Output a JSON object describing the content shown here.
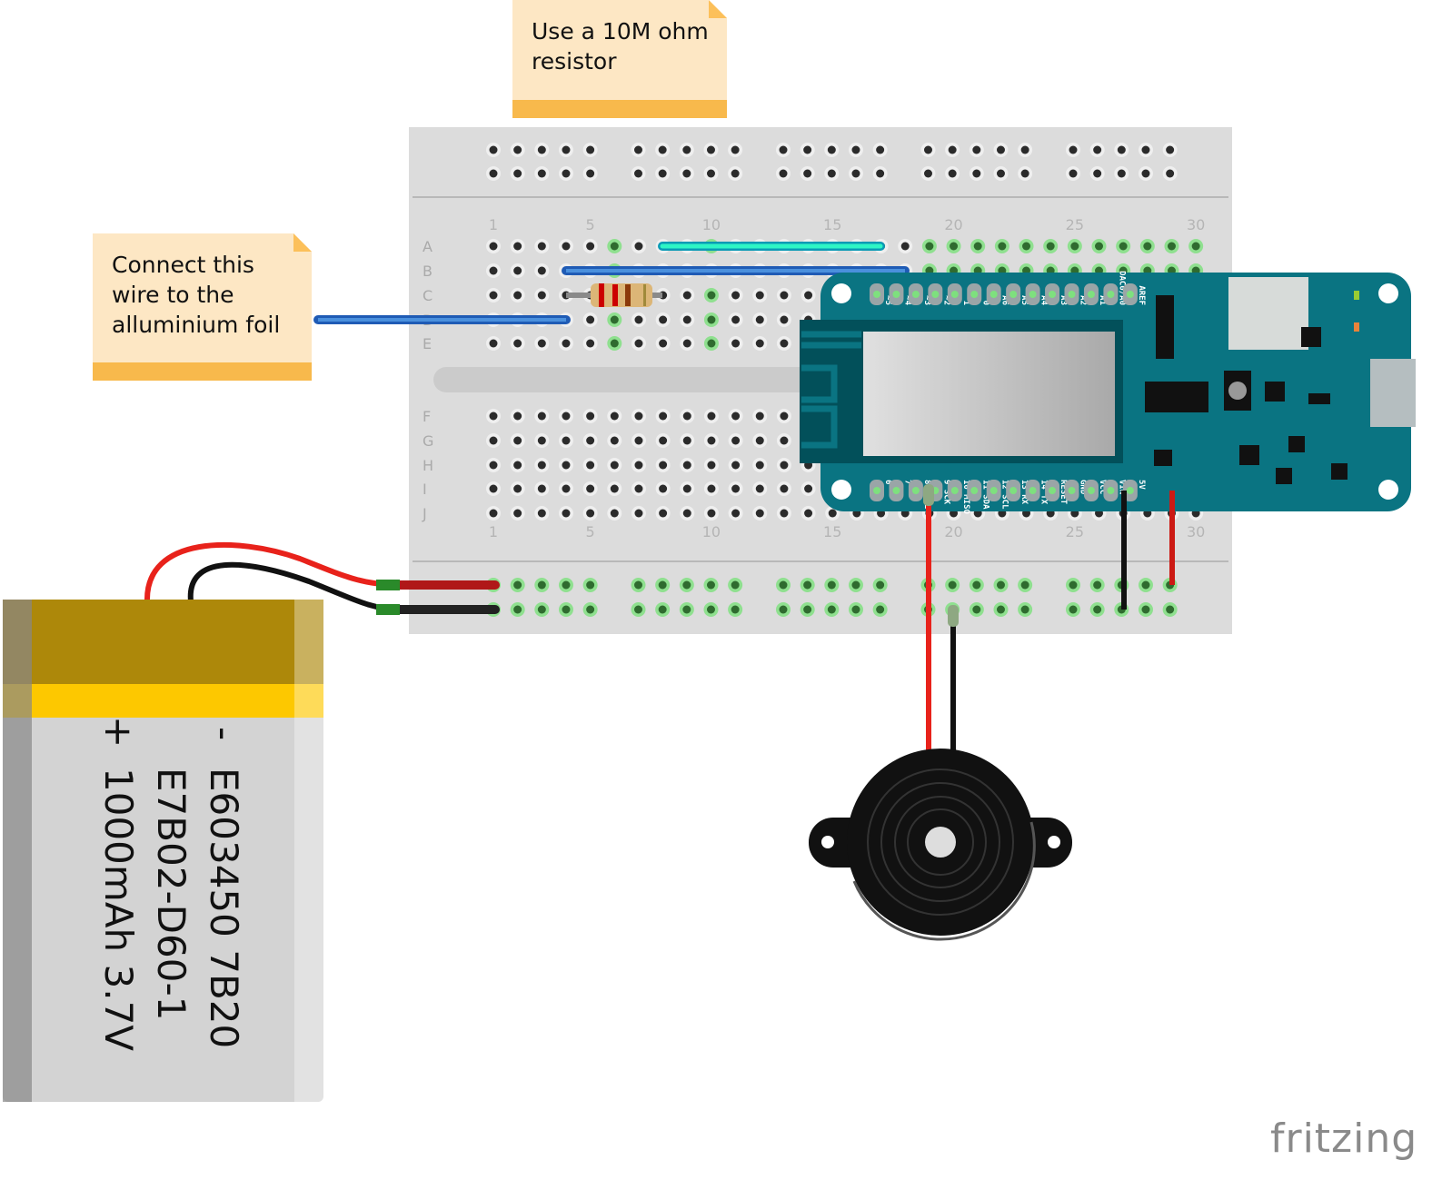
{
  "notes": [
    {
      "text": "Use a 10M ohm\nresistor"
    },
    {
      "text": "Connect this\nwire to the\nalluminium foil"
    }
  ],
  "breadboard": {
    "rows_top": [
      "A",
      "B",
      "C",
      "D",
      "E"
    ],
    "rows_bottom": [
      "F",
      "G",
      "H",
      "I",
      "J"
    ],
    "column_labels": [
      "1",
      "5",
      "10",
      "15",
      "20",
      "25",
      "30"
    ]
  },
  "arduino": {
    "top_pins": [
      "~5",
      "~4",
      "~3",
      "~2",
      "1",
      "0",
      "A6",
      "A5",
      "A4",
      "A3",
      "A2",
      "A1",
      "DAC0/A0",
      "AREF"
    ],
    "bottom_pins": [
      "6",
      "7",
      "8 MOSI",
      "9 SCK",
      "10 MISO",
      "11 SDA",
      "12 SCL",
      "13 RX",
      "14 TX",
      "RESET",
      "GND",
      "VCC",
      "VIN",
      "5V"
    ],
    "board_color": "#0a7482"
  },
  "battery": {
    "minus": "-",
    "plus": "+",
    "line1": "E603450 7B20",
    "line2": "E7B02-D60-1",
    "line3": "1000mAh 3.7V"
  },
  "logo": "fritzing",
  "colors": {
    "wire_red": "#e8221b",
    "wire_black": "#1a1a1a",
    "wire_blue": "#3b82d6",
    "wire_cyan": "#2ee8c0",
    "breadboard": "#dcdcdc"
  }
}
